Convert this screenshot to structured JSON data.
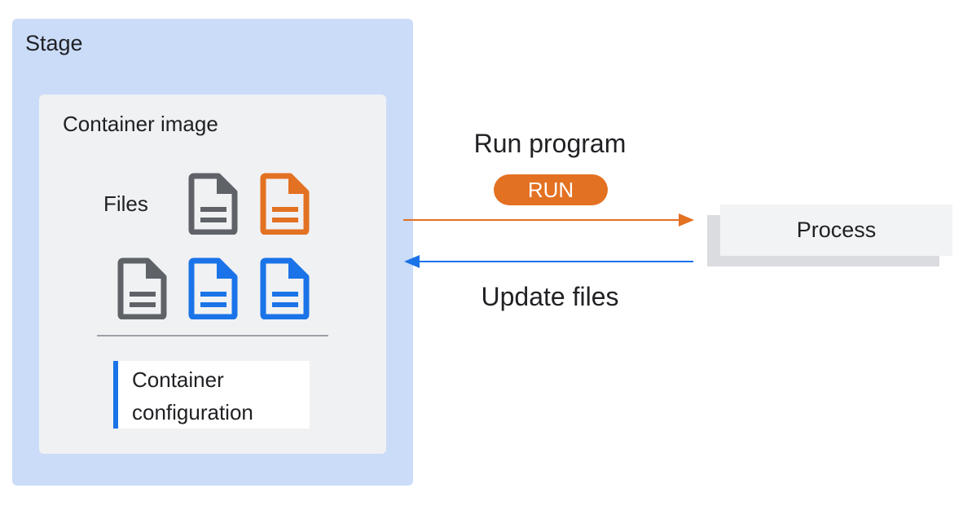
{
  "stage": {
    "title": "Stage"
  },
  "container_image": {
    "title": "Container image",
    "files_label": "Files",
    "files": [
      {
        "name": "file-icon-gray",
        "color": "#5f6368"
      },
      {
        "name": "file-icon-orange",
        "color": "#e37122"
      },
      {
        "name": "file-icon-gray",
        "color": "#5f6368"
      },
      {
        "name": "file-icon-blue",
        "color": "#1a73e8"
      },
      {
        "name": "file-icon-blue",
        "color": "#1a73e8"
      }
    ],
    "config_label": "Container configuration"
  },
  "run": {
    "label": "Run program",
    "badge": "RUN",
    "color": "#e37122"
  },
  "update": {
    "label": "Update files",
    "color": "#1a73e8"
  },
  "process": {
    "label": "Process"
  }
}
